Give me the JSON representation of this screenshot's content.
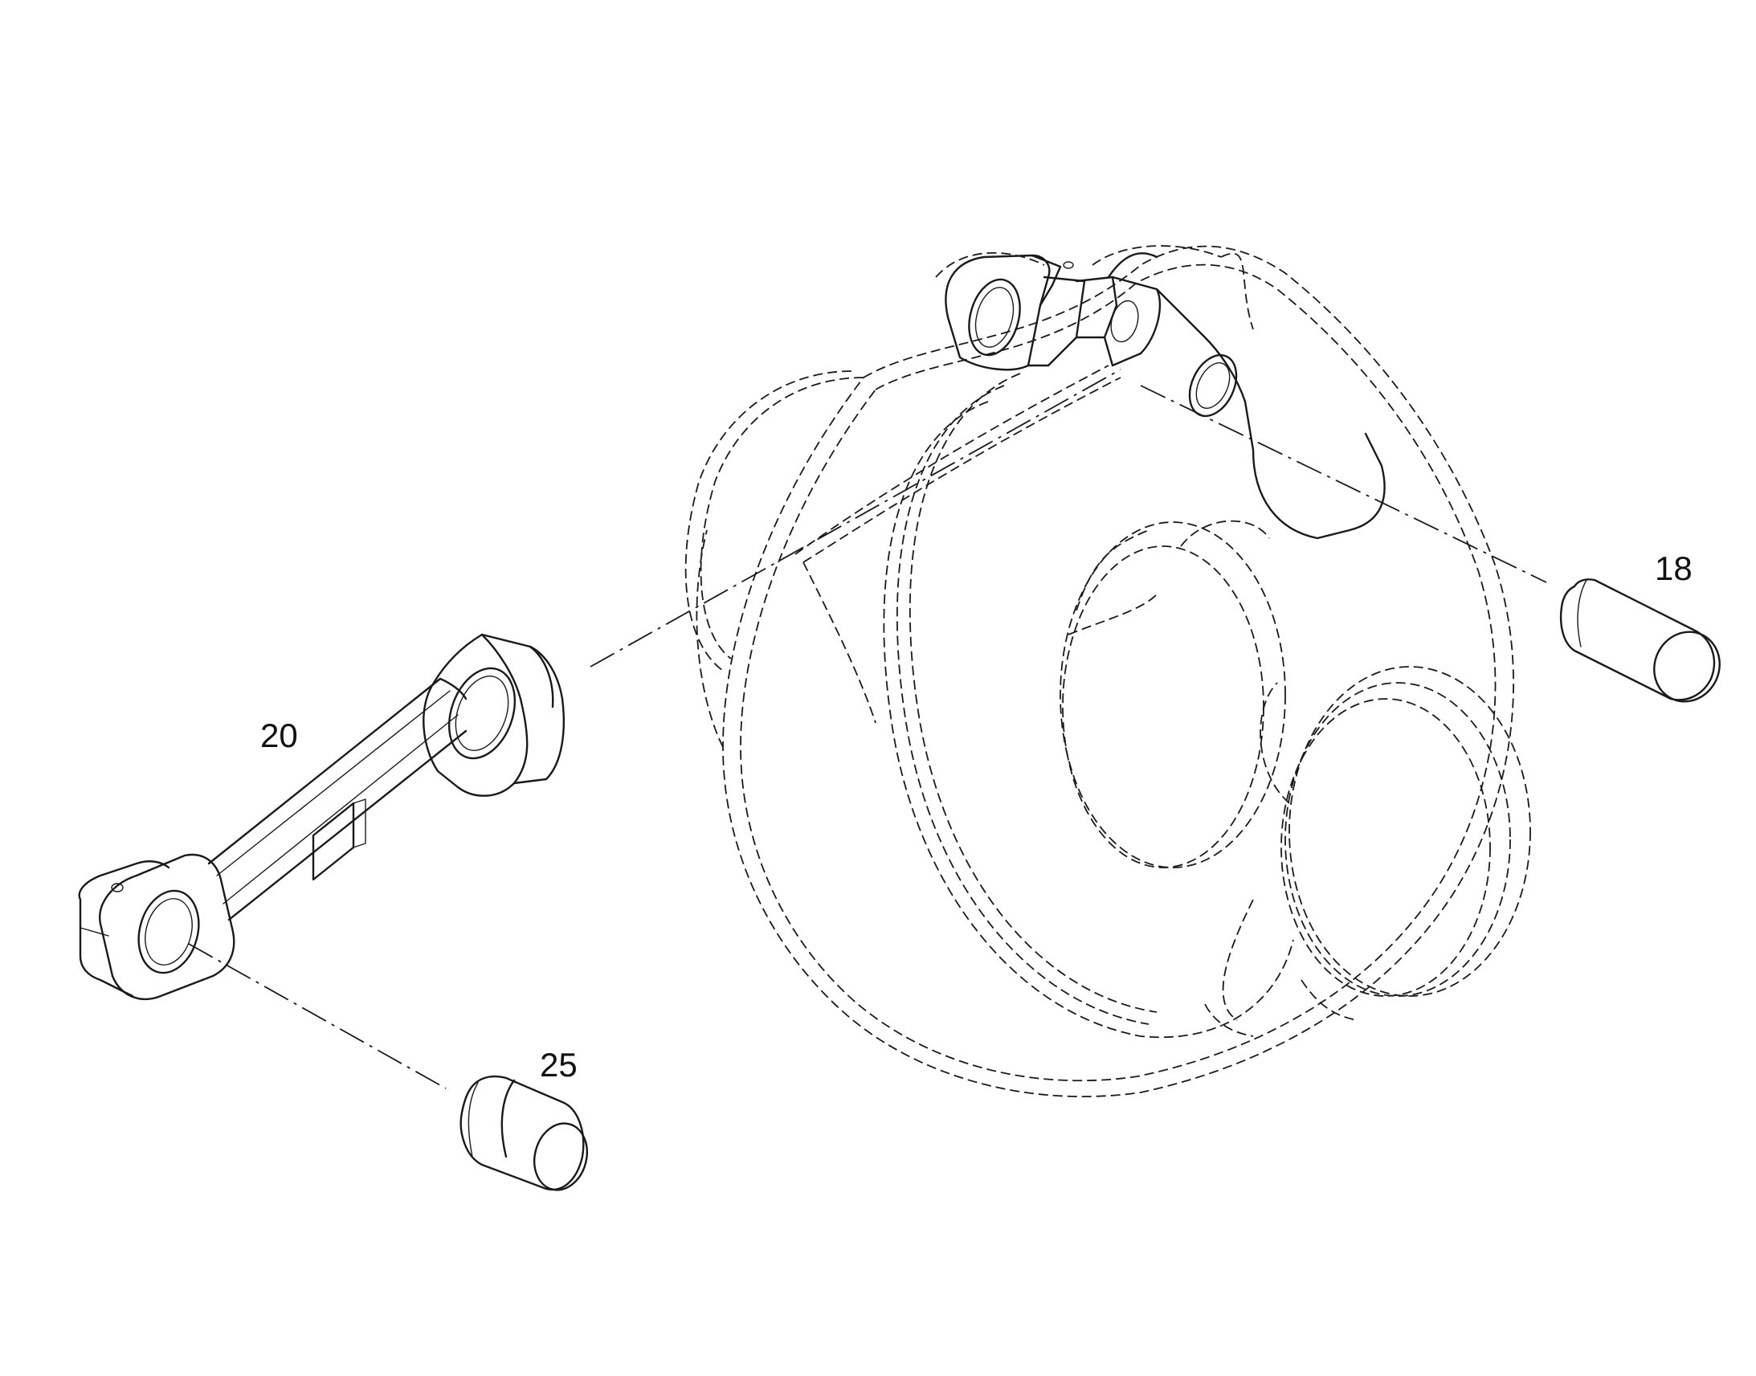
{
  "diagram": {
    "callouts": [
      {
        "label": "18"
      },
      {
        "label": "20"
      },
      {
        "label": "25"
      }
    ]
  },
  "colors": {
    "line": "#1a1a1a",
    "background": "#ffffff"
  }
}
